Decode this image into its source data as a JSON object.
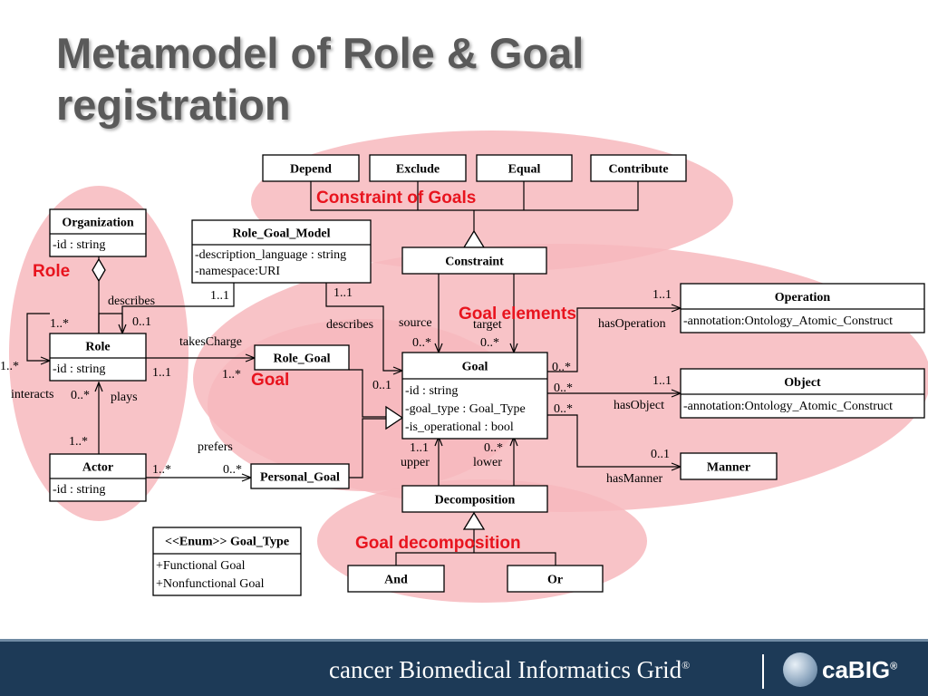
{
  "title": {
    "line1": "Metamodel of Role & Goal",
    "line2": "registration"
  },
  "regions": {
    "role": "Role",
    "goal": "Goal",
    "constraint_of_goals": "Constraint of Goals",
    "goal_elements": "Goal elements",
    "goal_decomposition": "Goal decomposition"
  },
  "classes": {
    "organization": {
      "name": "Organization",
      "attrs": [
        "-id : string"
      ]
    },
    "role": {
      "name": "Role",
      "attrs": [
        "-id : string"
      ]
    },
    "actor": {
      "name": "Actor",
      "attrs": [
        "-id : string"
      ]
    },
    "role_goal_model": {
      "name": "Role_Goal_Model",
      "attrs": [
        "-description_language : string",
        "-namespace:URI"
      ]
    },
    "role_goal": {
      "name": "Role_Goal"
    },
    "personal_goal": {
      "name": "Personal_Goal"
    },
    "goal": {
      "name": "Goal",
      "attrs": [
        "-id : string",
        "-goal_type : Goal_Type",
        "-is_operational : bool"
      ]
    },
    "constraint": {
      "name": "Constraint"
    },
    "depend": {
      "name": "Depend"
    },
    "exclude": {
      "name": "Exclude"
    },
    "equal": {
      "name": "Equal"
    },
    "contribute": {
      "name": "Contribute"
    },
    "operation": {
      "name": "Operation",
      "attrs": [
        "-annotation:Ontology_Atomic_Construct"
      ]
    },
    "object": {
      "name": "Object",
      "attrs": [
        "-annotation:Ontology_Atomic_Construct"
      ]
    },
    "manner": {
      "name": "Manner"
    },
    "decomposition": {
      "name": "Decomposition"
    },
    "and": {
      "name": "And"
    },
    "or": {
      "name": "Or"
    },
    "goal_type_enum": {
      "name": "<<Enum>> Goal_Type",
      "attrs": [
        "+Functional Goal",
        "+Nonfunctional Goal"
      ]
    }
  },
  "labels": [
    "describes",
    "0..1",
    "1..*",
    "1..*",
    "interacts",
    "takesCharge",
    "1..1",
    "1..*",
    "0..*",
    "plays",
    "1..*",
    "prefers",
    "1..*",
    "0..*",
    "1..1",
    "1..1",
    "describes",
    "0..1",
    "source",
    "target",
    "0..*",
    "0..*",
    "1..1",
    "upper",
    "0..*",
    "lower",
    "0..*",
    "0..*",
    "0..*",
    "1..1",
    "hasOperation",
    "1..1",
    "hasObject",
    "0..1",
    "hasManner"
  ],
  "footer": {
    "org": "cancer Biomedical Informatics Grid",
    "reg": "®",
    "brand": "caBIG",
    "brand_reg": "®"
  },
  "colors": {
    "region_fill": "#f7b9bd",
    "region_label": "#e8141e",
    "footer_bg": "#1d3a57"
  }
}
